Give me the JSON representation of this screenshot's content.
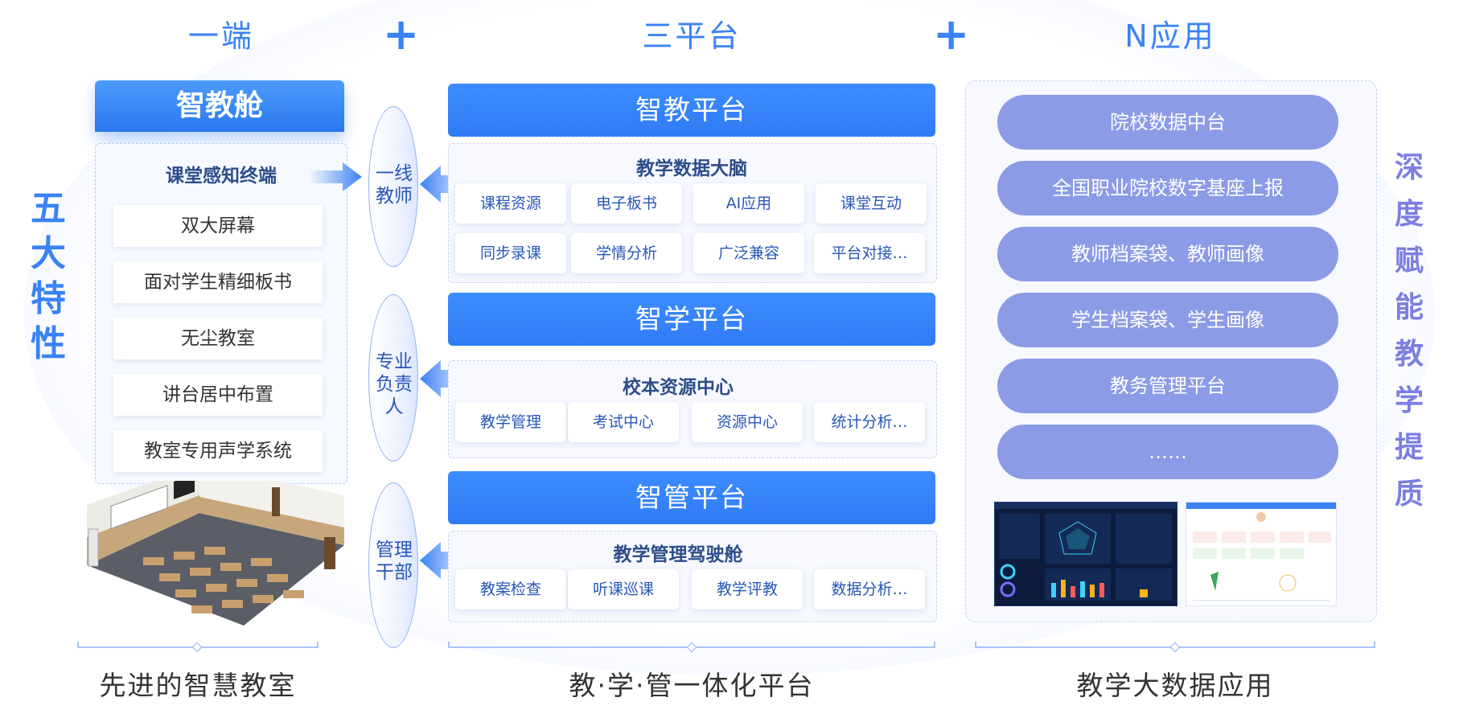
{
  "headings": {
    "left": "一端",
    "center": "三平台",
    "right": "N应用"
  },
  "side_left": [
    "五",
    "大",
    "特",
    "性"
  ],
  "side_right": [
    "深",
    "度",
    "赋",
    "能",
    "教",
    "学",
    "提",
    "质"
  ],
  "terminal": {
    "tab": "智教舱",
    "subtitle": "课堂感知终端",
    "features": [
      "双大屏幕",
      "面对学生精细板书",
      "无尘教室",
      "讲台居中布置",
      "教室专用声学系统"
    ]
  },
  "roles": [
    {
      "lines": [
        "一线",
        "教师"
      ]
    },
    {
      "lines": [
        "专业",
        "负责",
        "人"
      ]
    },
    {
      "lines": [
        "管理",
        "干部"
      ]
    }
  ],
  "platforms": [
    {
      "header": "智教平台",
      "title": "教学数据大脑",
      "chips": [
        "课程资源",
        "电子板书",
        "AI应用",
        "课堂互动",
        "同步录课",
        "学情分析",
        "广泛兼容",
        "平台对接…"
      ]
    },
    {
      "header": "智学平台",
      "title": "校本资源中心",
      "chips": [
        "教学管理",
        "考试中心",
        "资源中心",
        "统计分析…"
      ]
    },
    {
      "header": "智管平台",
      "title": "教学管理驾驶舱",
      "chips": [
        "教案检查",
        "听课巡课",
        "教学评教",
        "数据分析…"
      ]
    }
  ],
  "apps": [
    "院校数据中台",
    "全国职业院校数字基座上报",
    "教师档案袋、教师画像",
    "学生档案袋、学生画像",
    "教务管理平台",
    "……"
  ],
  "bottom": {
    "left": "先进的智慧教室",
    "center": "教·学·管一体化平台",
    "right": "教学大数据应用"
  },
  "colors": {
    "primary": "#3a82f4",
    "pill": "#8c9be6",
    "text_dark": "#2d4d8a"
  }
}
